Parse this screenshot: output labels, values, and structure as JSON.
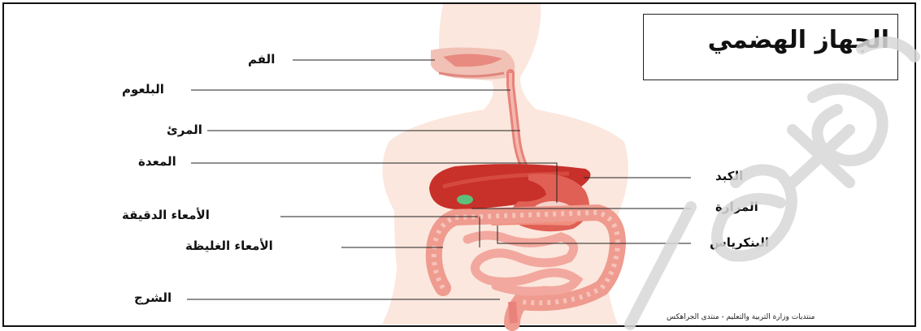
{
  "title": "الجهاز الهضمي",
  "labels": {
    "mouth": "الفم",
    "pharynx": "البلعوم",
    "esophagus": "المرئ",
    "stomach": "المعدة",
    "small_intestine": "الأمعاء الدقيقة",
    "large_intestine": "الأمعاء الغليظة",
    "rectum": "الشرج",
    "liver": "الكبد",
    "gallbladder": "المرارة",
    "pancreas": "البنكرياس"
  },
  "footer": "منتديات وزارة التربية والتعليم - منتدى الجراهكس",
  "colors": {
    "skin": "#fbe7dd",
    "organ_red": "#d9362b",
    "organ_light": "#f1a7a0",
    "gallbladder": "#5cc07a",
    "watermark": "#d8d8d8"
  }
}
